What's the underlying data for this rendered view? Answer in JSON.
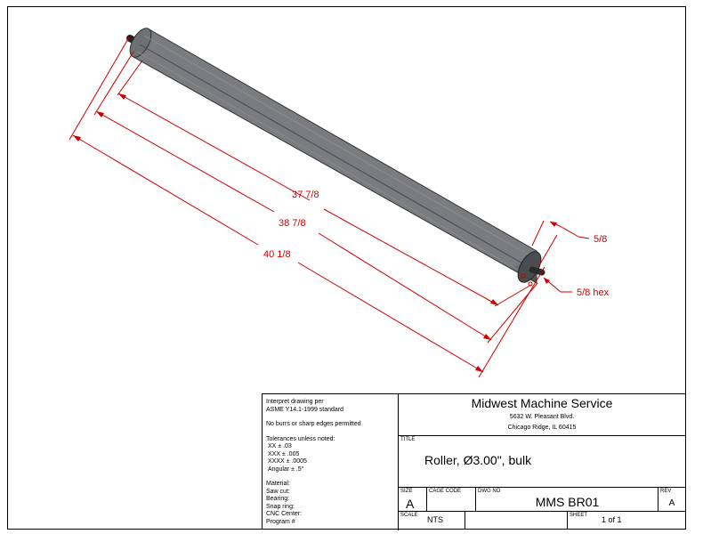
{
  "dimensions": {
    "d1": "37 7/8",
    "d2": "38 7/8",
    "d3": "40 1/8",
    "d4": "5/8",
    "d5": "5/8 hex"
  },
  "notes": {
    "line1": "Interpret drawing per",
    "line2": "ASME Y14.1-1999 standard",
    "line3": "No burrs or sharp edges permitted",
    "line4": "Tolerances unless noted:",
    "line5": "XX ± .03",
    "line6": "XXX ± .005",
    "line7": "XXXX ± .0005",
    "line8": "Angular ± .5°",
    "line9": "Material:",
    "line10": "Saw cut:",
    "line11": "Bearing:",
    "line12": "Snap ring:",
    "line13": "CNC Center:",
    "line14": "Program #"
  },
  "company": {
    "name": "Midwest Machine Service",
    "address1": "5632 W. Pleasant Blvd.",
    "address2": "Chicago Ridge, IL 60415"
  },
  "title_block": {
    "title_label": "TITLE",
    "title": "Roller, Ø3.00\", bulk",
    "size_label": "SIZE",
    "size": "A",
    "cage_label": "CAGE CODE",
    "dwg_label": "DWG NO",
    "dwg_no": "MMS BR01",
    "rev_label": "REV",
    "rev": "A",
    "scale_label": "SCALE",
    "scale": "NTS",
    "sheet_label": "SHEET",
    "sheet": "1 of 1"
  },
  "colors": {
    "dimension": "#cc0000",
    "roller": "#5a5c60"
  }
}
